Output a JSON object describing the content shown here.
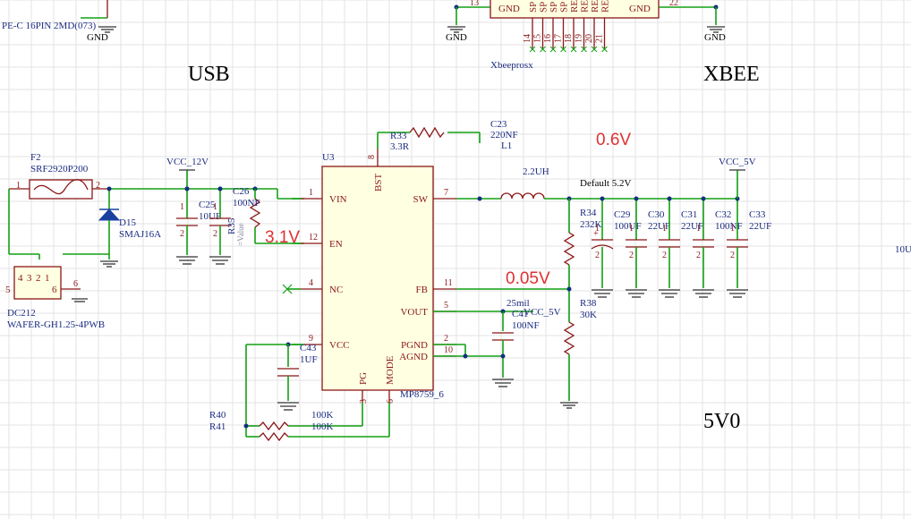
{
  "sections": {
    "usb": "USB",
    "xbee": "XBEE",
    "power": "5V0"
  },
  "annotations": {
    "v_en": "3.1V",
    "v_fb_top": "0.6V",
    "v_fb": "0.05V"
  },
  "top_fragments": {
    "usb_part": "PE-C 16PIN 2MD(073)",
    "gnd": "GND",
    "xbee_pin13": "13",
    "xbee_pin22": "22",
    "xbee_part": "Xbeeprosx",
    "xbee_pins_bottom": [
      "14",
      "15",
      "16",
      "17",
      "18",
      "19",
      "20",
      "21"
    ],
    "xbee_top_labels": [
      "SP",
      "SP",
      "SP",
      "SP",
      "RE",
      "RE",
      "RE",
      "RE"
    ]
  },
  "right_edge_label": "10U",
  "ic": {
    "ref": "U3",
    "part": "MP8759_6",
    "pins_left": [
      {
        "num": "1",
        "name": "VIN"
      },
      {
        "num": "12",
        "name": "EN"
      },
      {
        "num": "4",
        "name": "NC"
      },
      {
        "num": "9",
        "name": "VCC"
      }
    ],
    "pins_right": [
      {
        "num": "7",
        "name": "SW"
      },
      {
        "num": "11",
        "name": "FB"
      },
      {
        "num": "5",
        "name": "VOUT"
      },
      {
        "num": "2",
        "name": "PGND"
      },
      {
        "num": "10",
        "name": "AGND"
      }
    ],
    "pins_top": [
      {
        "num": "8",
        "name": "BST"
      }
    ],
    "pins_bottom": [
      {
        "num": "3",
        "name": "PG"
      },
      {
        "num": "6",
        "name": "MODE"
      }
    ]
  },
  "components": {
    "F2": {
      "ref": "F2",
      "value": "SRF2920P200",
      "pin1": "1",
      "pin2": "2"
    },
    "D15": {
      "ref": "D15",
      "value": "SMAJ16A"
    },
    "DC212": {
      "ref": "DC212",
      "value": "WAFER-GH1.25-4PWB",
      "pins": [
        "4",
        "3",
        "2",
        "1"
      ],
      "pin5": "5",
      "pin6": "6",
      "pin6b": "6"
    },
    "C25": {
      "ref": "C25",
      "value": "10UF"
    },
    "C26": {
      "ref": "C26",
      "value": "100NF"
    },
    "R35": {
      "ref": "R35",
      "value": "=Value"
    },
    "R33": {
      "ref": "R33",
      "value": "3.3R"
    },
    "C23": {
      "ref": "C23",
      "value": "220NF"
    },
    "L1": {
      "ref": "L1",
      "value": "2.2UH"
    },
    "R34": {
      "ref": "R34",
      "value": "232K"
    },
    "R38": {
      "ref": "R38",
      "value": "30K"
    },
    "C29": {
      "ref": "C29",
      "value": "100UF"
    },
    "C30": {
      "ref": "C30",
      "value": "22UF"
    },
    "C31": {
      "ref": "C31",
      "value": "22UF"
    },
    "C32": {
      "ref": "C32",
      "value": "100NF"
    },
    "C33": {
      "ref": "C33",
      "value": "22UF"
    },
    "C41": {
      "ref": "C41",
      "value": "100NF"
    },
    "C43": {
      "ref": "C43",
      "value": "1UF"
    },
    "R40": {
      "ref": "R40",
      "value": "100K"
    },
    "R41": {
      "ref": "R41",
      "value": "100K"
    }
  },
  "nets": {
    "vcc12": "VCC_12V",
    "vcc5": "VCC_5V",
    "vcc5_vout": "VCC_5V",
    "default_note": "Default 5.2V",
    "mil": "25mil"
  },
  "cap_pin_labels": {
    "one": "1",
    "two": "2"
  }
}
